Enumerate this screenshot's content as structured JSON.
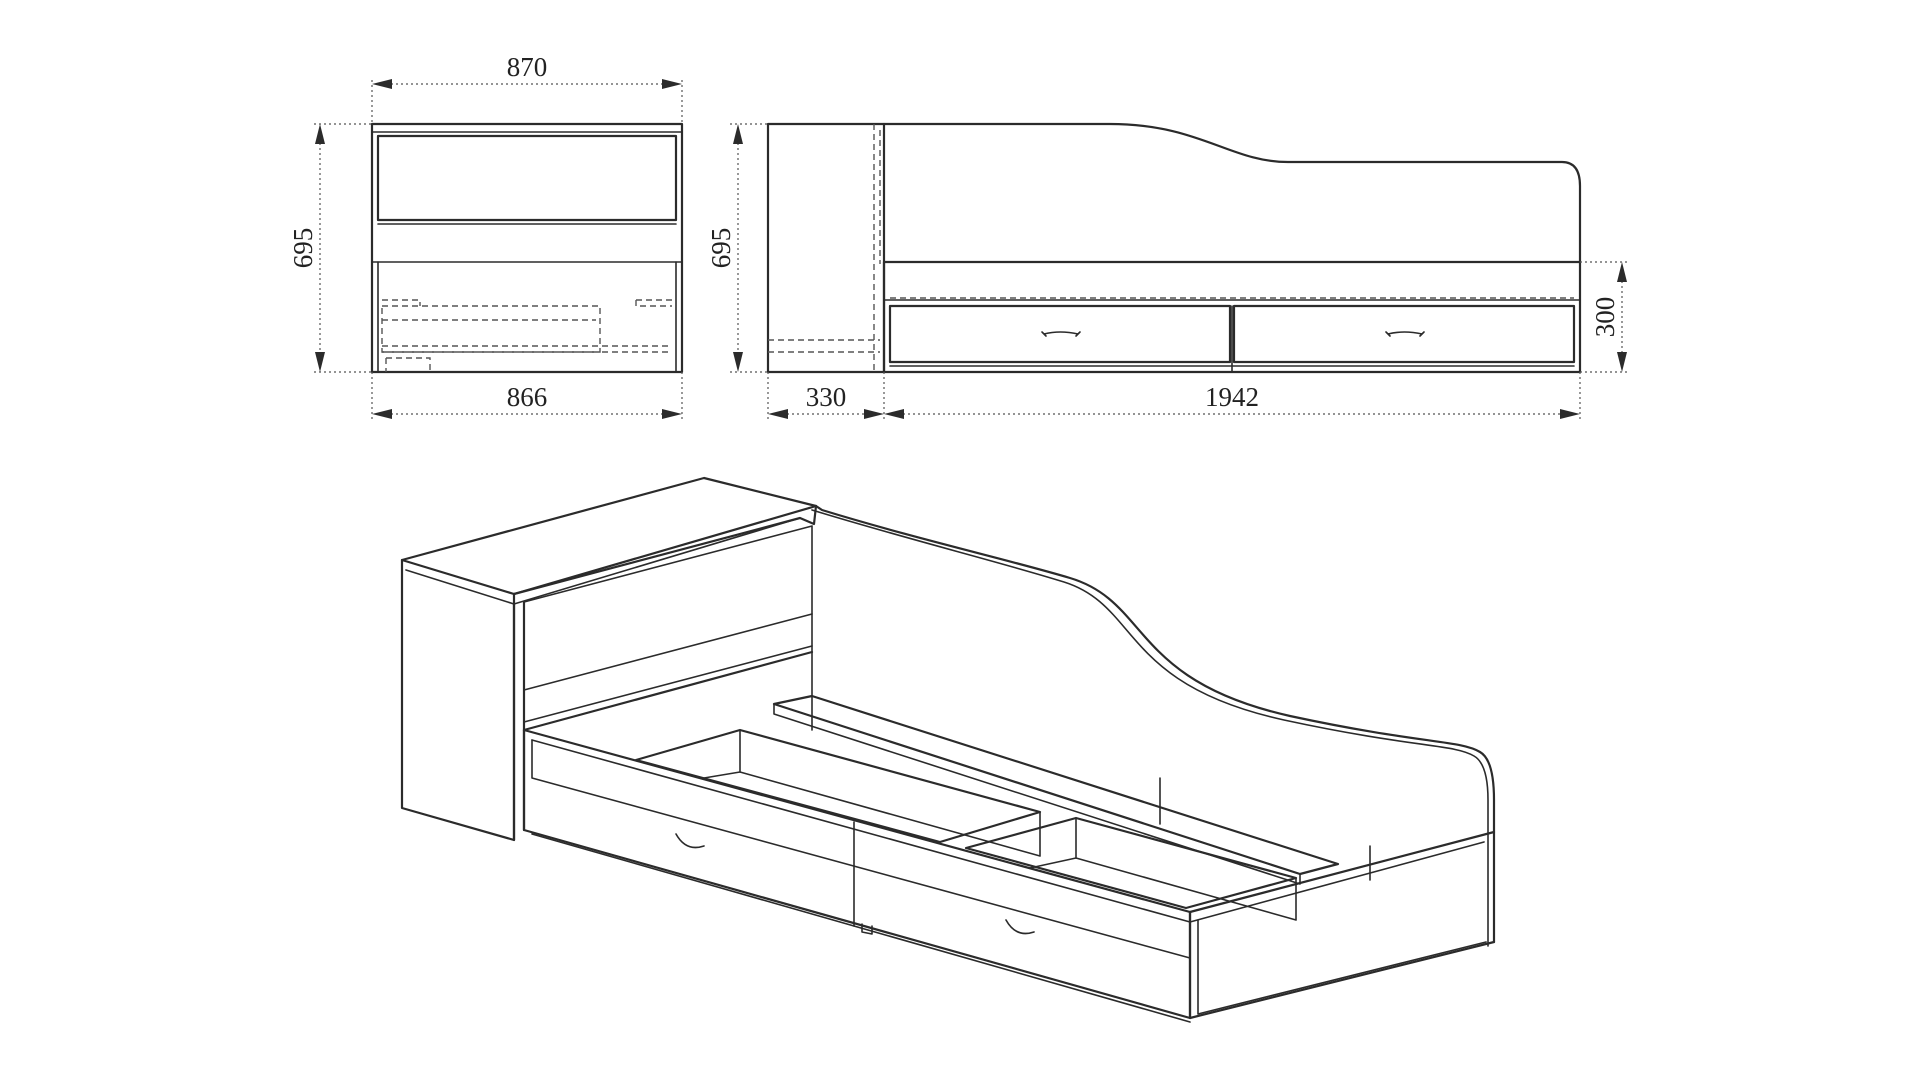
{
  "dimensions": {
    "front_width_top": "870",
    "front_width_bottom": "866",
    "front_height": "695",
    "side_height": "695",
    "side_cabinet_depth": "330",
    "side_bed_length": "1942",
    "side_drawer_height": "300"
  }
}
